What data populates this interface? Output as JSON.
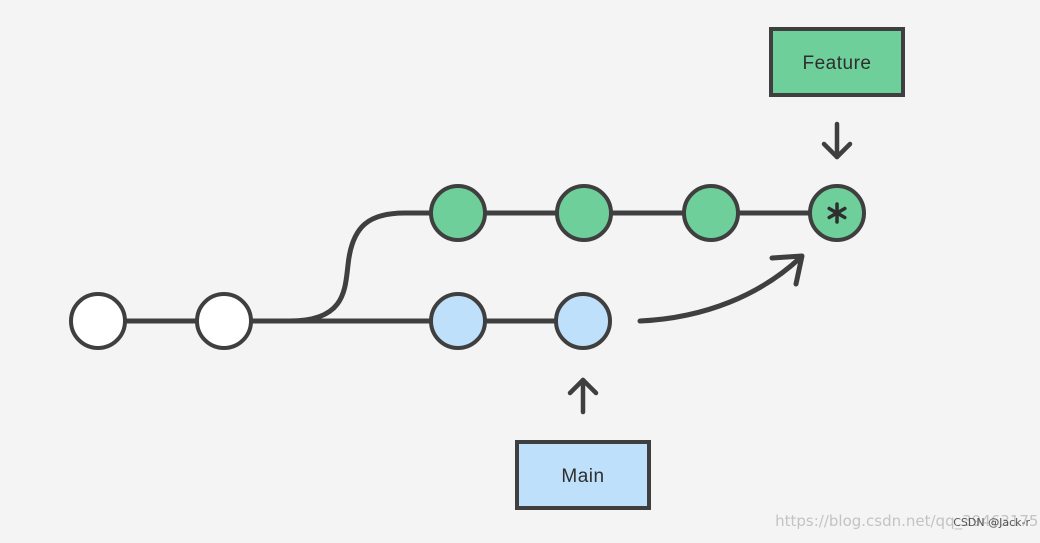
{
  "diagram": {
    "labels": {
      "feature": "Feature",
      "main": "Main"
    },
    "colors": {
      "background": "#f4f4f4",
      "line": "#3f3f3f",
      "feature_fill": "#6fcf9b",
      "main_fill": "#bfe0fb",
      "base_fill": "#ffffff"
    },
    "merge_commit_icon": "asterisk-icon"
  },
  "watermark": {
    "url_text": "https://blog.csdn.net/qq_39463175",
    "csdn_text": "CSDN @Jack-r"
  }
}
